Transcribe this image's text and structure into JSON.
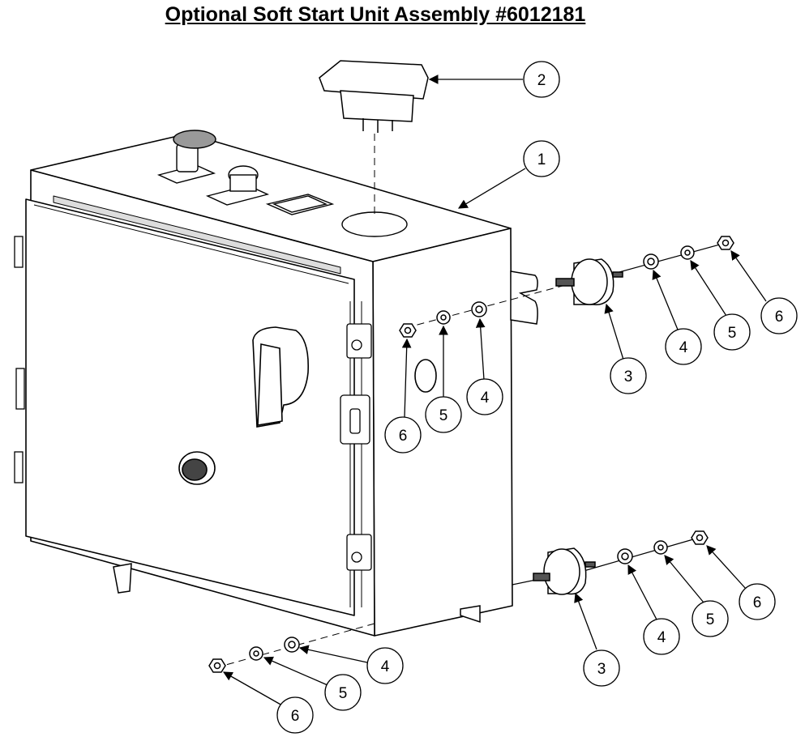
{
  "title": "Optional Soft Start Unit Assembly #6012181",
  "callouts": {
    "c1": "1",
    "c2": "2",
    "c3a": "3",
    "c3b": "3",
    "c4a": "4",
    "c4b": "4",
    "c4c": "4",
    "c4d": "4",
    "c5a": "5",
    "c5b": "5",
    "c5c": "5",
    "c5d": "5",
    "c6a": "6",
    "c6b": "6",
    "c6c": "6",
    "c6d": "6"
  }
}
